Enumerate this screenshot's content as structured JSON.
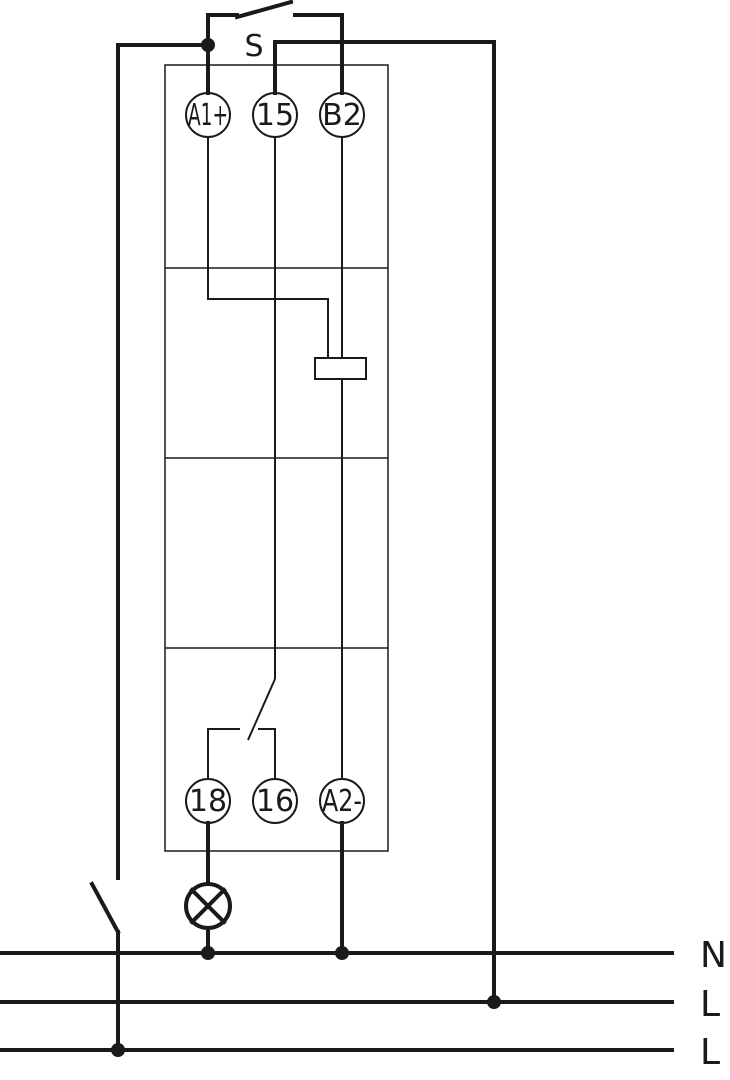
{
  "terminals": {
    "a1": "A1+",
    "t15": "15",
    "b2": "B2",
    "t18": "18",
    "t16": "16",
    "a2": "A2-"
  },
  "switch_label": "S",
  "bus": {
    "n": "N",
    "l1": "L",
    "l2": "L"
  }
}
